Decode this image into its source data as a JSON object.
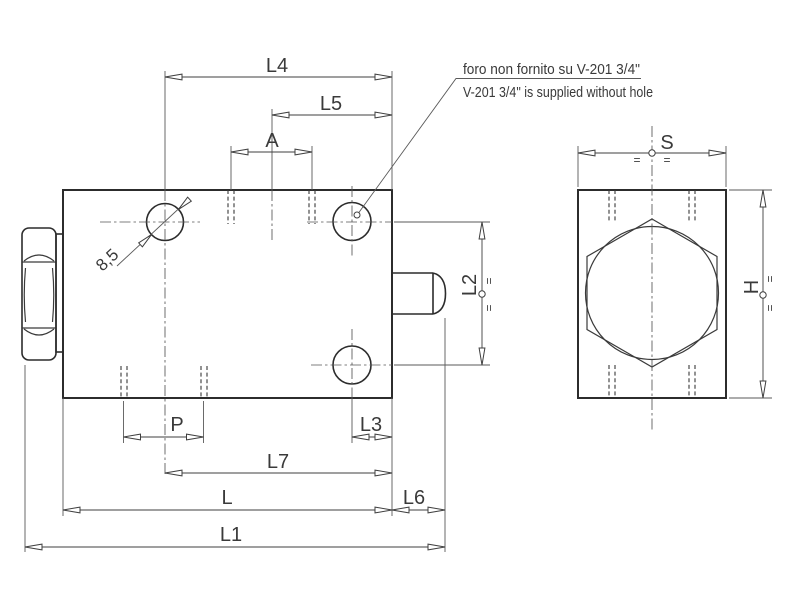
{
  "drawing": {
    "note": {
      "line1": "foro non fornito su V-201 3/4\"",
      "line2": "V-201 3/4\" is supplied without hole"
    },
    "dimensions": {
      "L4": "L4",
      "L5": "L5",
      "A": "A",
      "P": "P",
      "L3": "L3",
      "L7": "L7",
      "L": "L",
      "L6": "L6",
      "L1": "L1",
      "L2": "L2",
      "S": "S",
      "H": "H",
      "hole_diameter": "8,5"
    },
    "symbols": {
      "equal": "="
    },
    "colors": {
      "line": "#3a3a3a",
      "background": "#ffffff"
    }
  }
}
